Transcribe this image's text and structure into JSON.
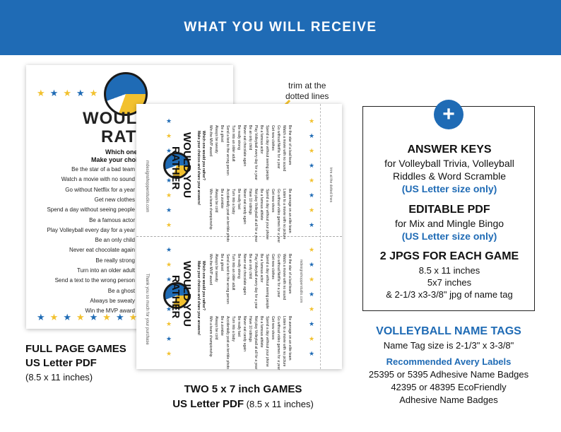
{
  "banner": {
    "title": "WHAT YOU WILL RECEIVE"
  },
  "full_page": {
    "title_line1": "WOULD Y",
    "title_line2": "RATH",
    "subtitle_line1": "Which one would",
    "subtitle_line2": "Make your choices and s",
    "questions": [
      "Be the star of a bad team",
      "Watch a movie with no sound",
      "Go without Netflix for a year",
      "Get new clothes",
      "Spend a day without seeing people",
      "Be a famous actor",
      "Play Volleyball every day for a year",
      "Be an only child",
      "Never eat chocolate again",
      "Be really strong",
      "Turn into an older adult",
      "Send a text to the wrong person",
      "Be a ghost",
      "Always be sweaty",
      "Win the MVP award"
    ]
  },
  "five_by_seven": {
    "trim_note_line1": "trim at the",
    "trim_note_line2": "dotted lines",
    "title_line1": "WOULD YOU",
    "title_line2": "RATHER",
    "sub1": "Which one would you rather?",
    "sub2": "Make your choices and share your answers!",
    "left_questions": [
      "Be the star of a bad team",
      "Watch a movie with no sound",
      "Go without Netflix for a year",
      "Get new clothes",
      "Spend a day without seeing people",
      "Be a famous actor",
      "Play Volleyball every day for a year",
      "Be an only child",
      "Never eat chocolate again",
      "Be really strong",
      "Turn into an older adult",
      "Send a text to the wrong person",
      "Be a ghost",
      "Always be sweaty",
      "Win the MVP award"
    ],
    "right_questions": [
      "Be average on an elite team",
      "Listen to a movie with no picture",
      "Go without video games for a year",
      "Get new shoes",
      "Spend a day without your phone",
      "Be a famous athlete",
      "Not play Volleyball at all for a year",
      "Have 10 siblings",
      "Never eat candy again",
      "Be really fast",
      "Turn into a baby",
      "Accidentally post an terrible photo",
      "Be a zombie",
      "Always be cold",
      "Win a team championship"
    ],
    "side_text": "mdesignshopperstudio.com",
    "trim_text": "trim at the dotted lines",
    "thanks_text": "Thank you so much for your purchase"
  },
  "captions": {
    "full_line1": "FULL PAGE GAMES",
    "full_line2": "US Letter PDF",
    "full_line3": "(8.5 x 11 inches)",
    "two_line1": "TWO 5 x 7 inch GAMES",
    "two_line2_bold": "US Letter PDF",
    "two_line2_rest": " (8.5 x 11 inches)"
  },
  "box": {
    "plus": "+",
    "answer_keys": "ANSWER KEYS",
    "answer_line1": "for Volleyball Trivia, Volleyball",
    "answer_line2": "Riddles & Word Scramble",
    "answer_note": "(US Letter size only)",
    "editable": "EDITABLE PDF",
    "editable_line": "for Mix and Mingle Bingo",
    "editable_note": "(US Letter size only)",
    "jpgs": "2 JPGS FOR EACH GAME",
    "jpg_line1": "8.5 x 11 inches",
    "jpg_line2": "5x7 inches",
    "jpg_line3": "& 2-1/3 x3-3/8\" jpg of name tag"
  },
  "name_tags": {
    "title": "VOLLEYBALL NAME TAGS",
    "size": "Name Tag size is 2-1/3\" x 3-3/8\"",
    "rec": "Recommended Avery Labels",
    "line1": "25395 or 5395 Adhesive Name Badges",
    "line2": "42395 or 48395 EcoFriendly",
    "line3": "Adhesive Name Badges"
  },
  "colors": {
    "brand_blue": "#1f6bb5",
    "accent_yellow": "#f2c12e"
  }
}
